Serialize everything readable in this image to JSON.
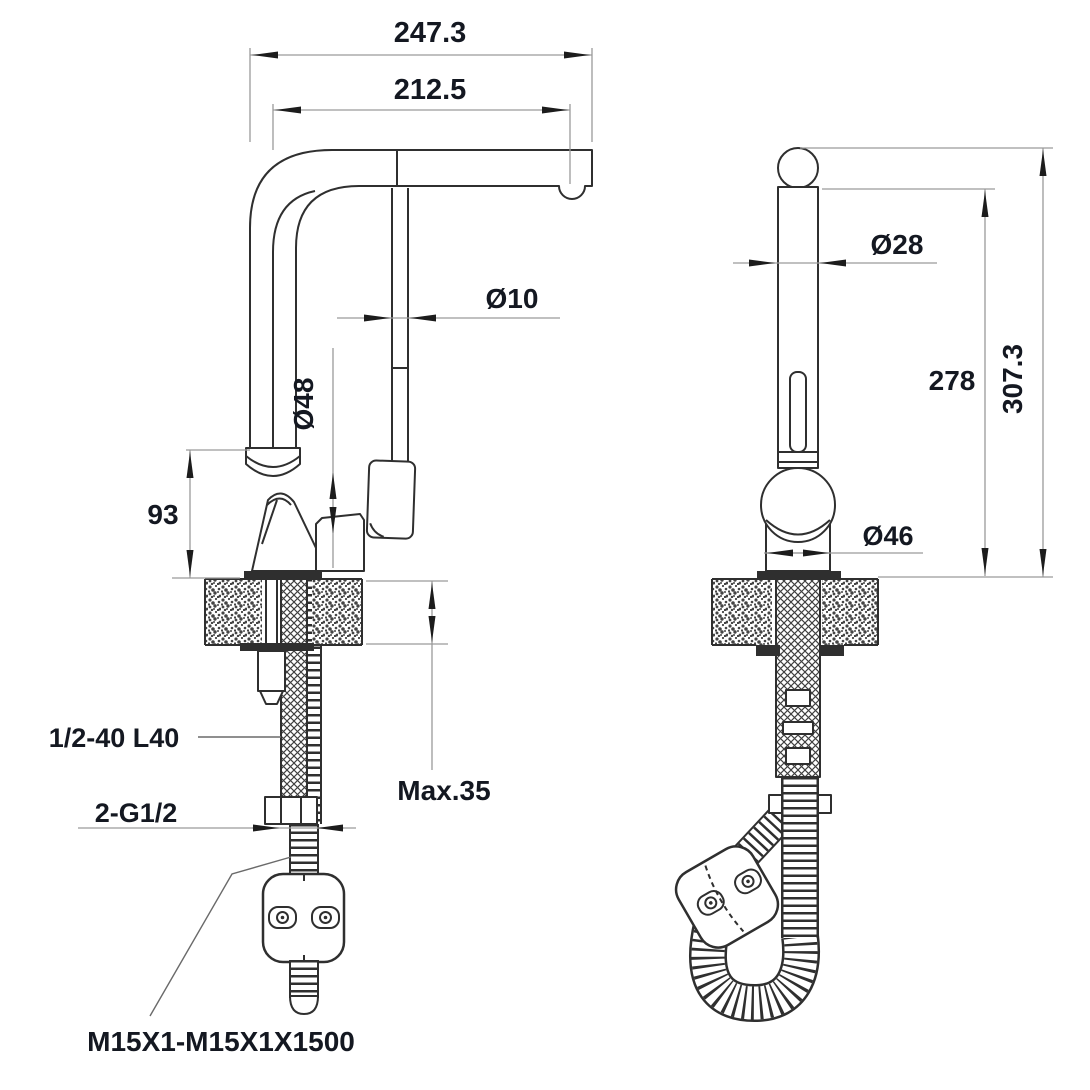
{
  "drawing": {
    "front_view": {
      "overall_reach": "247.3",
      "spout_reach": "212.5",
      "wand_diameter": "Ø10",
      "body_diameter": "Ø48",
      "body_height": "93",
      "max_counter_thickness": "Max.35",
      "shank_spec": "1/2-40 L40",
      "inlet_spec": "2-G1/2",
      "hose_spec": "M15X1-M15X1X1500"
    },
    "side_view": {
      "tube_diameter": "Ø28",
      "spout_height": "278",
      "overall_height": "307.3",
      "base_diameter": "Ø46"
    },
    "colors": {
      "line": "#2f2f2f",
      "dim_line": "#9a9a9a",
      "text": "#141821",
      "background": "#ffffff"
    }
  }
}
